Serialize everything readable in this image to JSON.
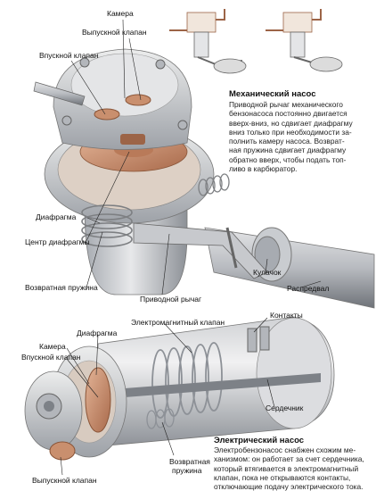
{
  "top_labels": {
    "camera": "Камера",
    "exhaust_valve": "Выпускной клапан",
    "intake_valve": "Впускной клапан",
    "diaphragm": "Диафрагма",
    "diaphragm_center": "Центр диафрагмы",
    "return_spring": "Возвратная пружина",
    "drive_lever": "Приводной рычаг",
    "cam": "Кулачок",
    "camshaft": "Распредвал"
  },
  "mechanical": {
    "title": "Механический насос",
    "lines": [
      "Приводной рычаг механического",
      "бензонасоса постоянно двигается",
      "вверх-вниз, но сдвигает диафрагму",
      "вниз только при необходимости за-",
      "полнить камеру насоса. Возврат-",
      "ная пружина сдвигает диафрагму",
      "обратно вверх, чтобы подать топ-",
      "ливо в карбюратор."
    ]
  },
  "bottom_labels": {
    "diaphragm": "Диафрагма",
    "solenoid": "Электромагнитный клапан",
    "contacts": "Контакты",
    "camera": "Камера",
    "intake_valve": "Впускной клапан",
    "core": "Сердечник",
    "return_spring_1": "Возвратная",
    "return_spring_2": "пружина",
    "exhaust_valve": "Выпускной клапан"
  },
  "electric": {
    "title": "Электрический насос",
    "lines": [
      "Электробензонасос снабжен схожим ме-",
      "ханизмом: он работает за счет сердечника,",
      "который втягивается в электромагнитный",
      "клапан, пока не открываются контакты,",
      "отключающие подачу электрического тока."
    ]
  },
  "colors": {
    "metal_light": "#d9dadd",
    "metal_mid": "#b3b6bb",
    "metal_dark": "#7d8187",
    "copper": "#c98f6e",
    "copper_dark": "#9c6447",
    "leader": "#222222"
  }
}
